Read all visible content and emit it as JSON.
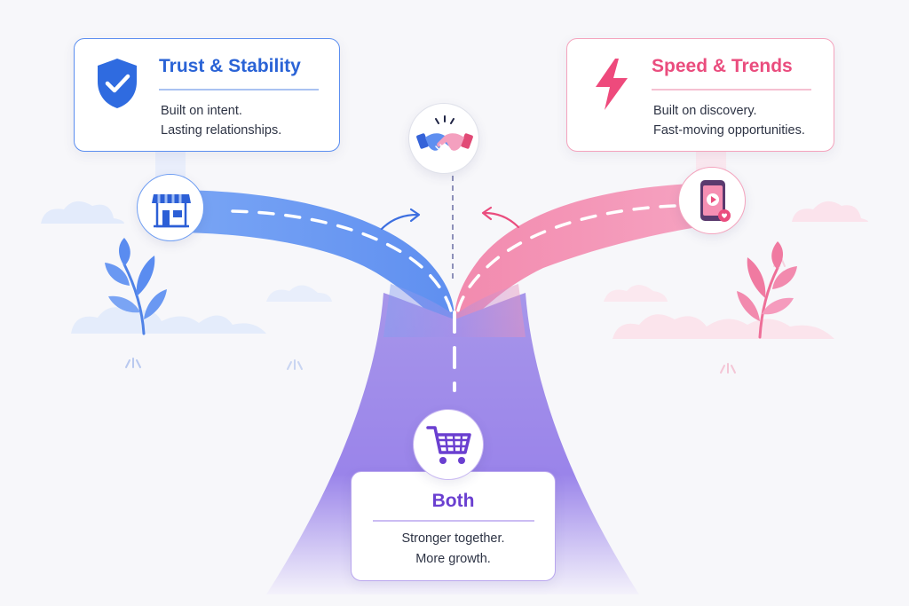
{
  "cards": {
    "left": {
      "title": "Trust & Stability",
      "line1": "Built on intent.",
      "line2": "Lasting relationships.",
      "icon": "shield-check-icon",
      "color": "#2a63d6"
    },
    "right": {
      "title": "Speed & Trends",
      "line1": "Built on discovery.",
      "line2": "Fast-moving opportunities.",
      "icon": "lightning-bolt-icon",
      "color": "#ea4d7e"
    },
    "bottom": {
      "title": "Both",
      "line1": "Stronger together.",
      "line2": "More growth.",
      "color": "#6a3fd0"
    }
  },
  "badges": {
    "left": "storefront-icon",
    "right": "video-phone-icon",
    "center": "handshake-icon",
    "bottom": "shopping-cart-icon"
  },
  "colors": {
    "blue_road": "#6f9ef3",
    "pink_road": "#f58fb3",
    "purple_road": "#9c86e9"
  }
}
